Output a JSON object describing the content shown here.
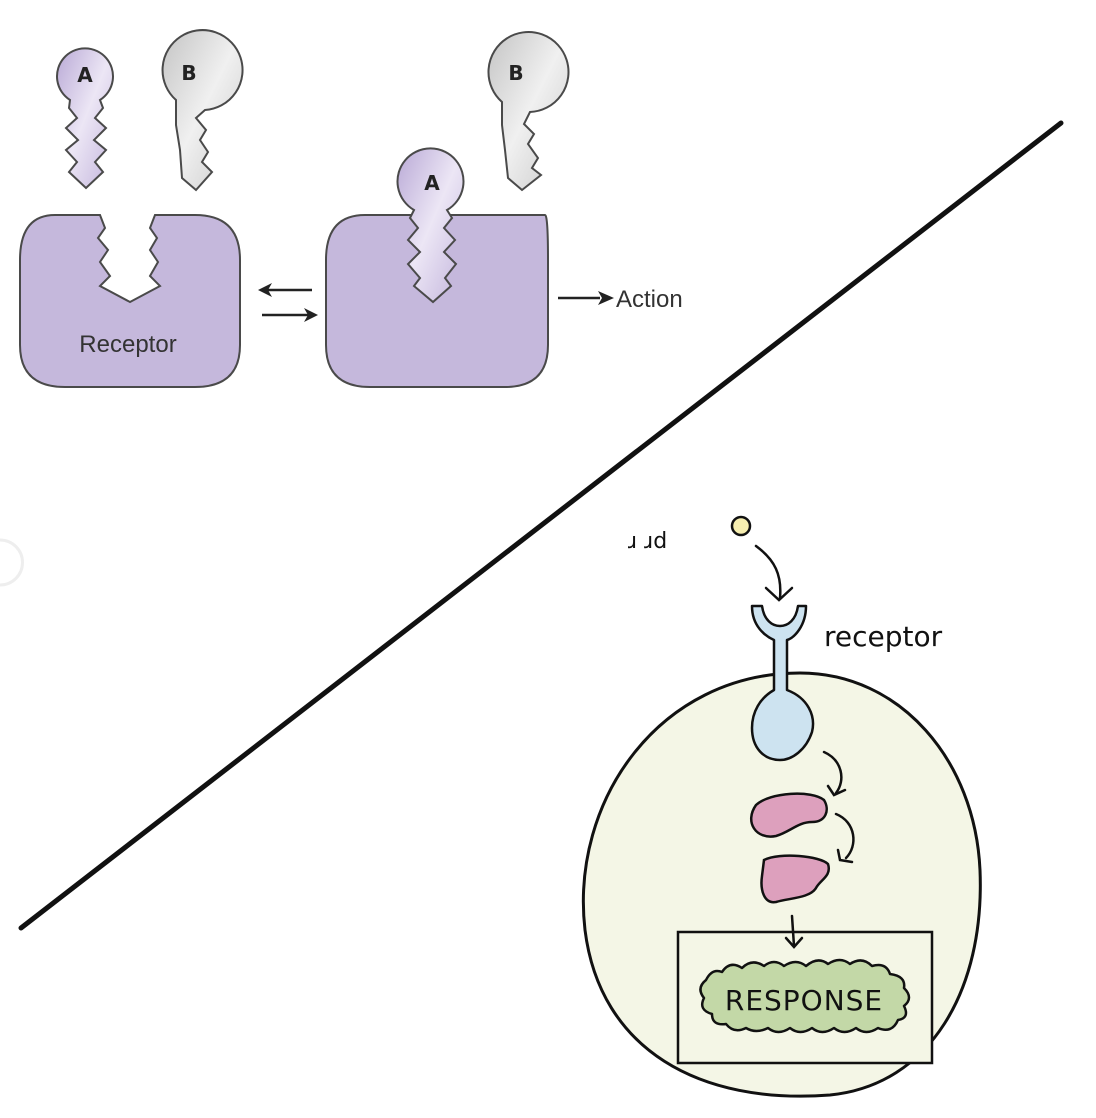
{
  "top_diagram": {
    "ligand_a_label": "A",
    "ligand_b_label": "B",
    "receptor_label": "Receptor",
    "bound_ligand_label": "A",
    "free_ligand_label": "B",
    "action_label": "Action",
    "colors": {
      "receptor_fill": "#c5b8dc",
      "ligand_a_fill": "#cbbfe0",
      "ligand_b_fill": "#d6d6d6",
      "outline": "#4a4a4a"
    }
  },
  "bottom_diagram": {
    "ligand_label_partial": "ɹ ɹd",
    "receptor_label": "receptor",
    "response_label": "RESPONSE",
    "colors": {
      "ligand_fill": "#f6eeb0",
      "receptor_fill": "#cde3f0",
      "cell_fill": "#f4f6e6",
      "protein_fill": "#dda0bd",
      "response_fill": "#c3d8a7",
      "outline": "#111111"
    }
  }
}
